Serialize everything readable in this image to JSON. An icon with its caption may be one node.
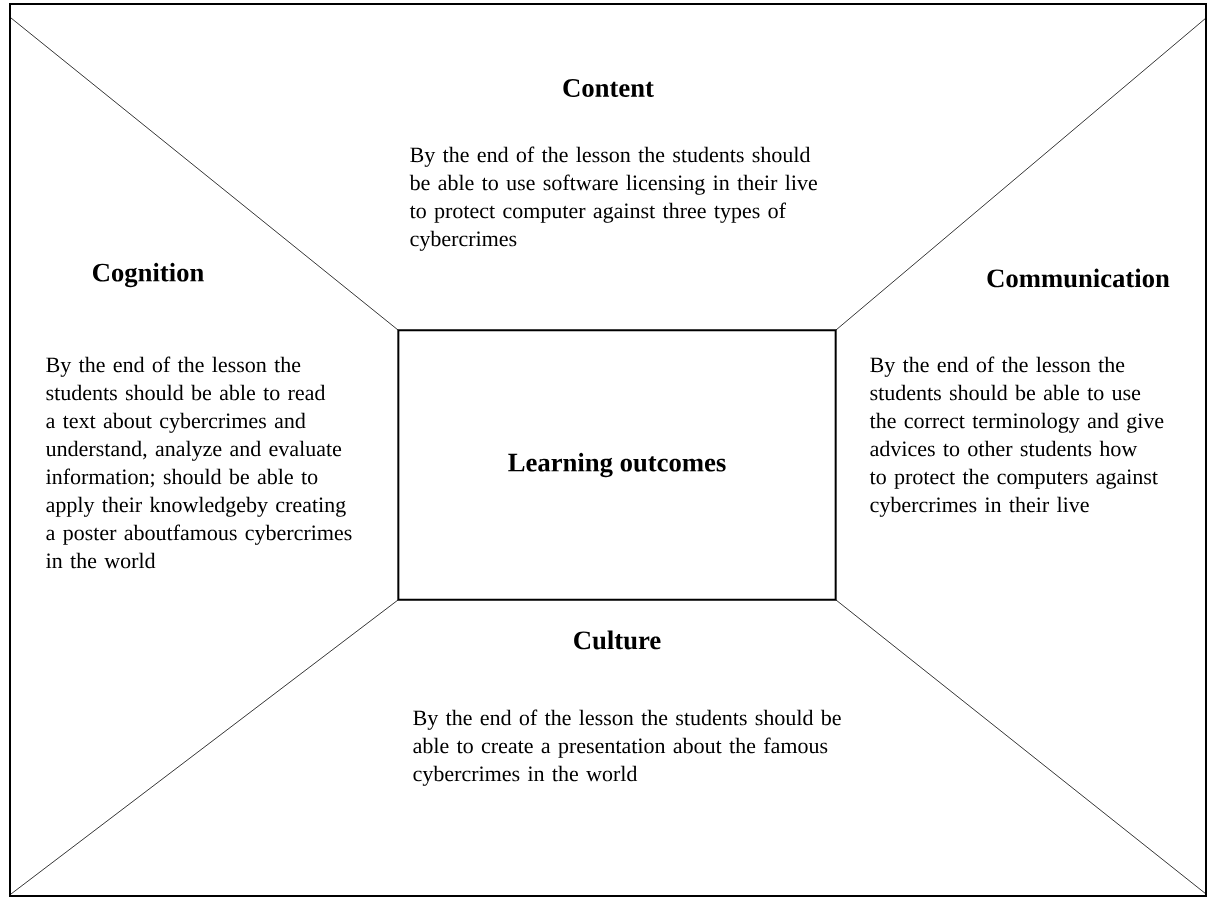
{
  "diagram": {
    "nodes": [
      {
        "text": [
          "Content",
          "By the end of the lesson the students should be able to use software licensing in their live to protect computer against three types of cybercrimes"
        ]
      },
      {
        "text": [
          "Cognition",
          "By the end of the lesson the students should be able to read a text about cybercrimes and understand, analyze and evaluate information; should be able to apply their knowledgeby creating a poster aboutfamous cybercrimes in the world"
        ]
      },
      {
        "text": [
          "Learning outcomes"
        ]
      },
      {
        "text": [
          "Communication",
          "By the end of the lesson the students should be able to use the correct terminology and give advices to other students how to protect the computers against cybercrimes in their live"
        ]
      },
      {
        "text": [
          "Culture",
          "By the end of the lesson the students should be able to create a presentation about the famous cybercrimes in the world"
        ]
      }
    ]
  }
}
